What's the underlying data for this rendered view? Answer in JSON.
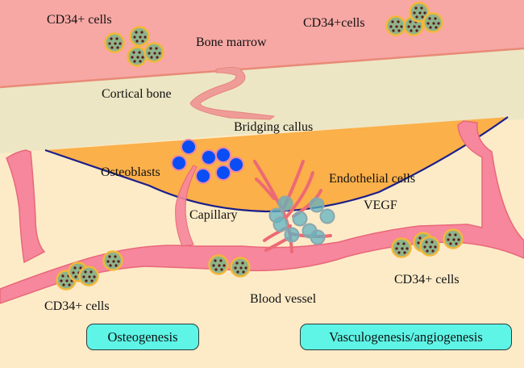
{
  "title": "Bone fracture healing: osteogenesis and vasculogenesis/angiogenesis",
  "labels": {
    "cd34_top_left": "CD34+ cells",
    "cd34_top_right": "CD34+cells",
    "bone_marrow": "Bone marrow",
    "cortical_bone": "Cortical bone",
    "bridging_callus": "Bridging callus",
    "osteoblasts": "Osteoblasts",
    "endothelial_cells": "Endothelial cells",
    "capillary": "Capillary",
    "vegf": "VEGF",
    "cd34_bottom_left": "CD34+ cells",
    "cd34_bottom_right": "CD34+ cells",
    "blood_vessel": "Blood vessel"
  },
  "boxes": {
    "osteogenesis": "Osteogenesis",
    "vasculogenesis": "Vasculogenesis/angiogenesis"
  },
  "colors": {
    "bone_marrow": "#f7a8a4",
    "cortical_bone": "#ede6c4",
    "callus": "#fbb04a",
    "tissue": "#fdebc8",
    "vessel": "#f6879c",
    "vessel_stroke": "#e9687a",
    "cd34_fill": "#8fb38a",
    "cd34_ring": "#f3b73a",
    "cd34_dot": "#5a1a1a",
    "osteoblast": "#0a4df5",
    "osteoblast_ring": "#e98aa0",
    "endothelial": "#5fb3c2",
    "callus_line": "#1a1f8a",
    "box_fill": "#5ef5e6"
  }
}
